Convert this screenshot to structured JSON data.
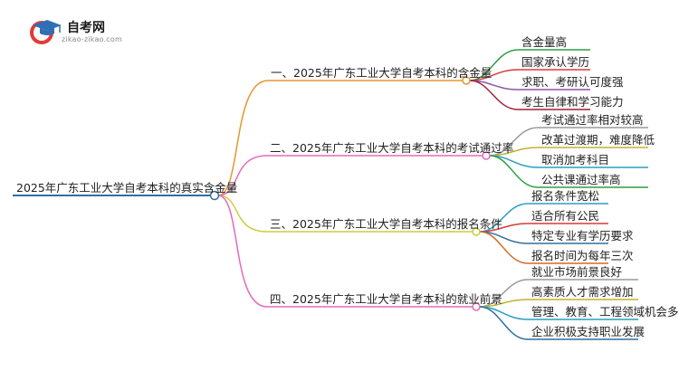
{
  "logo": {
    "title": "自考网",
    "subtitle": "zikao-zikao.com"
  },
  "root": {
    "label": "2025年广东工业大学自考本科的真实含金量",
    "color": "#2f6f9f"
  },
  "branches": [
    {
      "label": "一、2025年广东工业大学自考本科的含金量",
      "color": "#e8962e",
      "leaves": [
        {
          "label": "含金量高",
          "color": "#2e9e44"
        },
        {
          "label": "国家承认学历",
          "color": "#d63b3b"
        },
        {
          "label": "求职、考研认可度强",
          "color": "#8b57a8"
        },
        {
          "label": "考生自律和学习能力",
          "color": "#a01f3c"
        }
      ]
    },
    {
      "label": "二、2025年广东工业大学自考本科的考试通过率",
      "color": "#e46bb8",
      "leaves": [
        {
          "label": "考试通过率相对较高",
          "color": "#9a9a9a"
        },
        {
          "label": "改革过渡期，难度降低",
          "color": "#c2b32a"
        },
        {
          "label": "取消加考科目",
          "color": "#2a9ec2"
        },
        {
          "label": "公共课通过率高",
          "color": "#2e9e44"
        }
      ]
    },
    {
      "label": "三、2025年广东工业大学自考本科的报名条件",
      "color": "#c9cf3a",
      "leaves": [
        {
          "label": "报名条件宽松",
          "color": "#2a9ec2"
        },
        {
          "label": "适合所有公民",
          "color": "#d63b3b"
        },
        {
          "label": "特定专业有学历要求",
          "color": "#2f6f9f"
        },
        {
          "label": "报名时间为每年三次",
          "color": "#d66a1f"
        }
      ]
    },
    {
      "label": "四、2025年广东工业大学自考本科的就业前景",
      "color": "#e46bb8",
      "leaves": [
        {
          "label": "就业市场前景良好",
          "color": "#9a9a9a"
        },
        {
          "label": "高素质人才需求增加",
          "color": "#c2b32a"
        },
        {
          "label": "管理、教育、工程领域机会多",
          "color": "#2a9ec2"
        },
        {
          "label": "企业积极支持职业发展",
          "color": "#2f6f9f"
        }
      ]
    }
  ]
}
